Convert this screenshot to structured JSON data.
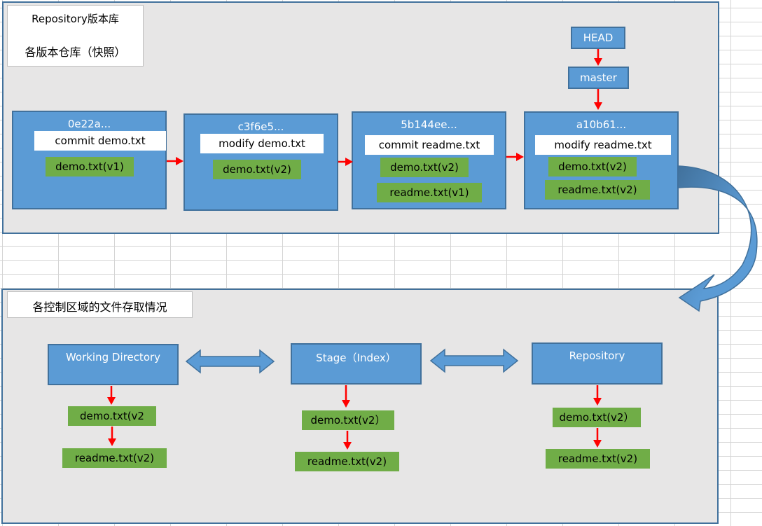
{
  "repository_panel": {
    "title_line1": "Repository版本库",
    "title_line2": "各版本仓库（快照）",
    "commits": [
      {
        "hash": "0e22a...",
        "message": "commit demo.txt",
        "files": [
          "demo.txt(v1)"
        ]
      },
      {
        "hash": "c3f6e5...",
        "message": "modify demo.txt",
        "files": [
          "demo.txt(v2)"
        ]
      },
      {
        "hash": "5b144ee...",
        "message": "commit readme.txt",
        "files": [
          "demo.txt(v2)",
          "readme.txt(v1)"
        ]
      },
      {
        "hash": "a10b61...",
        "message": "modify readme.txt",
        "files": [
          "demo.txt(v2)",
          "readme.txt(v2)"
        ]
      }
    ],
    "head_label": "HEAD",
    "branch_label": "master"
  },
  "areas_panel": {
    "title": "各控制区域的文件存取情况",
    "areas": [
      {
        "name": "Working Directory",
        "files": [
          "demo.txt(v2",
          "readme.txt(v2)"
        ]
      },
      {
        "name": "Stage（Index）",
        "files": [
          "demo.txt(v2）",
          "readme.txt(v2)"
        ]
      },
      {
        "name": "Repository",
        "files": [
          "demo.txt(v2）",
          "readme.txt(v2)"
        ]
      }
    ]
  },
  "colors": {
    "panel_bg": "#e7e6e6",
    "box_blue": "#5b9bd5",
    "box_border": "#41719c",
    "file_green": "#70ad47",
    "arrow_red": "#ff0000",
    "arrow_blue": "#5b9bd5"
  }
}
